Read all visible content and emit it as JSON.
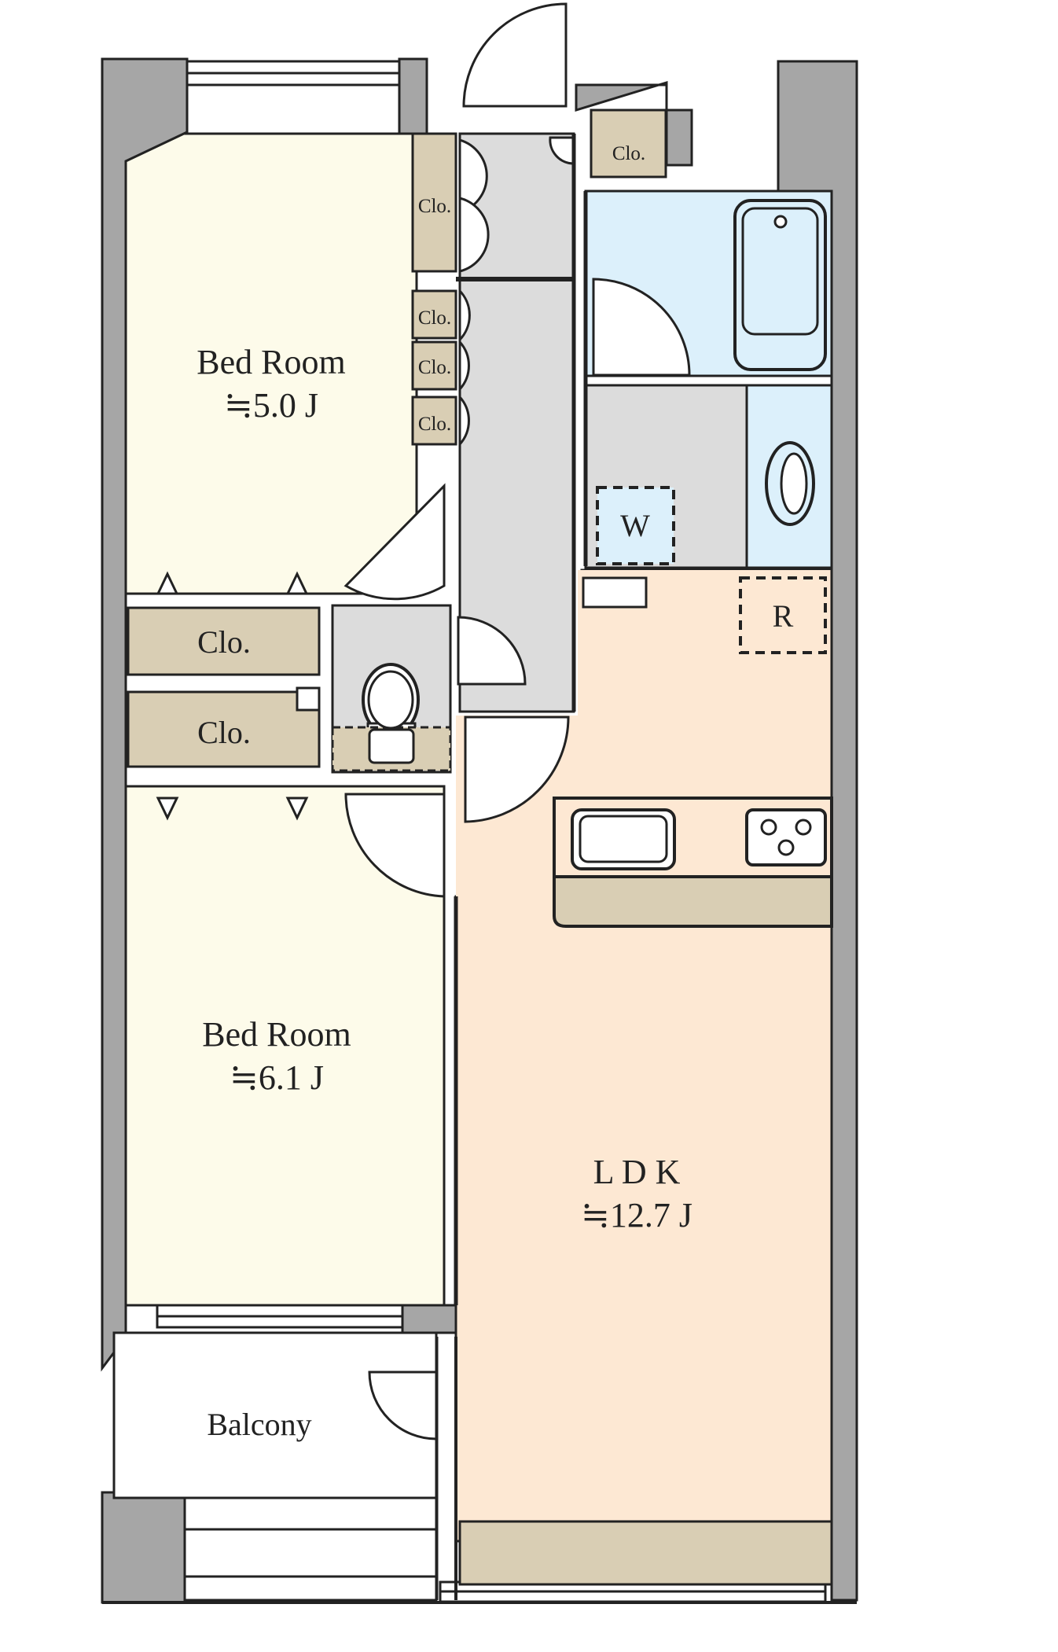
{
  "rooms": {
    "bedroom_top": {
      "name": "Bed Room",
      "area": "≒5.0 J"
    },
    "bedroom_bottom": {
      "name": "Bed Room",
      "area": "≒6.1 J"
    },
    "ldk": {
      "name": "L D K",
      "area": "≒12.7 J"
    },
    "balcony": {
      "name": "Balcony"
    }
  },
  "closets": {
    "entrance": "Clo.",
    "hall_1": "Clo.",
    "hall_2": "Clo.",
    "hall_3": "Clo.",
    "hall_4": "Clo.",
    "bedroom_1": "Clo.",
    "bedroom_2": "Clo."
  },
  "fixtures": {
    "washer": "W",
    "refrigerator": "R"
  },
  "colors": {
    "bedroom_fill": "#fdfbea",
    "ldk_fill": "#fde8d3",
    "closet_fill": "#d9ceb4",
    "bath_fill": "#dcf0fb",
    "tile_fill": "#dcdcdc",
    "wall_fill": "#a6a6a6",
    "line": "#222222"
  }
}
